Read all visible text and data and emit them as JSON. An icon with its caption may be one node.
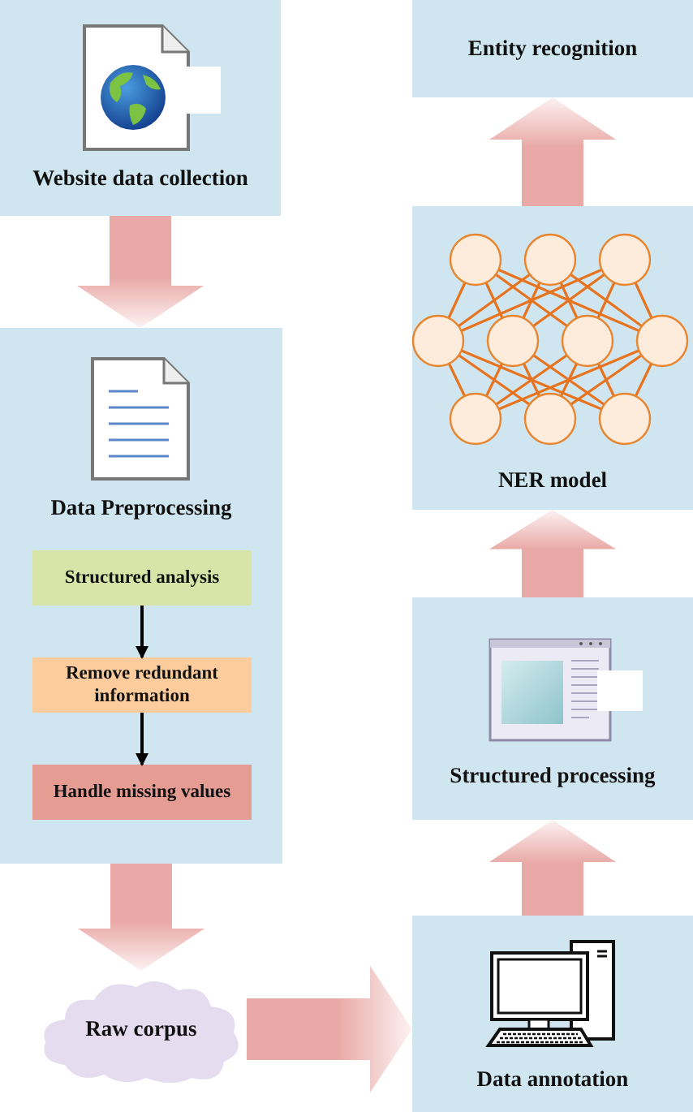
{
  "diagram": {
    "nodes": [
      {
        "text": [
          "Website data collection"
        ]
      },
      {
        "text": [
          "Data Preprocessing"
        ]
      },
      {
        "text": [
          "Structured analysis"
        ],
        "in": 1
      },
      {
        "text": [
          "Remove redundant information"
        ],
        "in": 1
      },
      {
        "text": [
          "Handle missing values"
        ],
        "in": 1
      },
      {
        "text": [
          "Raw corpus"
        ]
      },
      {
        "text": [
          "Data annotation"
        ]
      },
      {
        "text": [
          "Structured processing"
        ]
      },
      {
        "text": [
          "NER model"
        ]
      },
      {
        "text": [
          "Entity recognition"
        ]
      }
    ],
    "edges": [
      {
        "from": 0,
        "to": 1,
        "arrow": "to",
        "style": "thick"
      },
      {
        "from": 2,
        "to": 3,
        "arrow": "to",
        "color": "#000000"
      },
      {
        "from": 3,
        "to": 4,
        "arrow": "to",
        "color": "#000000"
      },
      {
        "from": 1,
        "to": 5,
        "arrow": "to",
        "style": "thick"
      },
      {
        "from": 5,
        "to": 6,
        "arrow": "to",
        "style": "thick"
      },
      {
        "from": 6,
        "to": 7,
        "arrow": "to",
        "style": "thick"
      },
      {
        "from": 7,
        "to": 8,
        "arrow": "to",
        "style": "thick"
      },
      {
        "from": 8,
        "to": 9,
        "arrow": "to",
        "style": "thick"
      }
    ]
  }
}
